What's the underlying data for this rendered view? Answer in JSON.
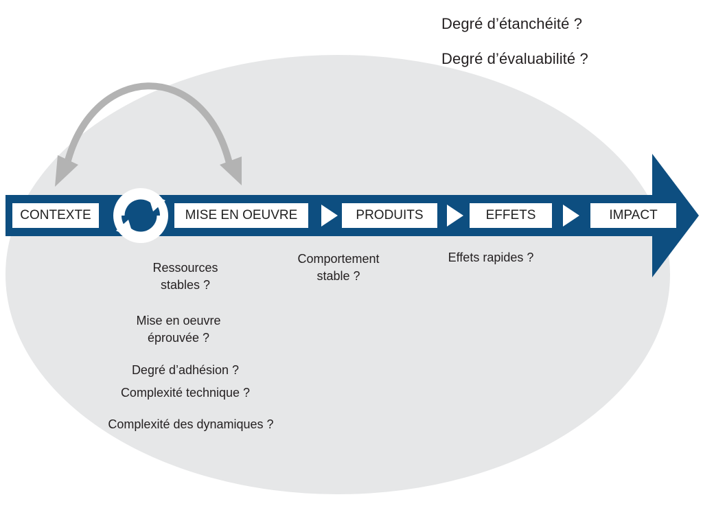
{
  "diagram": {
    "header_questions": [
      "Degré d’étanchéité ?",
      "Degré d’évaluabilité ?"
    ],
    "stages": [
      "CONTEXTE",
      "MISE EN OEUVRE",
      "PRODUITS",
      "EFFETS",
      "IMPACT"
    ],
    "notes": {
      "mise_en_oeuvre": [
        "Ressources\nstables ?",
        "Mise en oeuvre\néprouvée ?",
        "Degré d’adhésion ?",
        "Complexité technique ?",
        "Complexité des dynamiques ?"
      ],
      "produits": [
        "Comportement\nstable ?"
      ],
      "effets": [
        "Effets rapides ?"
      ]
    },
    "colors": {
      "background_ellipse": "#e6e7e8",
      "timeline_arrow": "#0d4e80",
      "feedback_arrow": "#b3b3b3",
      "stage_box": "#ffffff",
      "text": "#231f20"
    },
    "icons": [
      "cycle-icon",
      "feedback-arrow-icon",
      "chevron-right-icon"
    ]
  }
}
